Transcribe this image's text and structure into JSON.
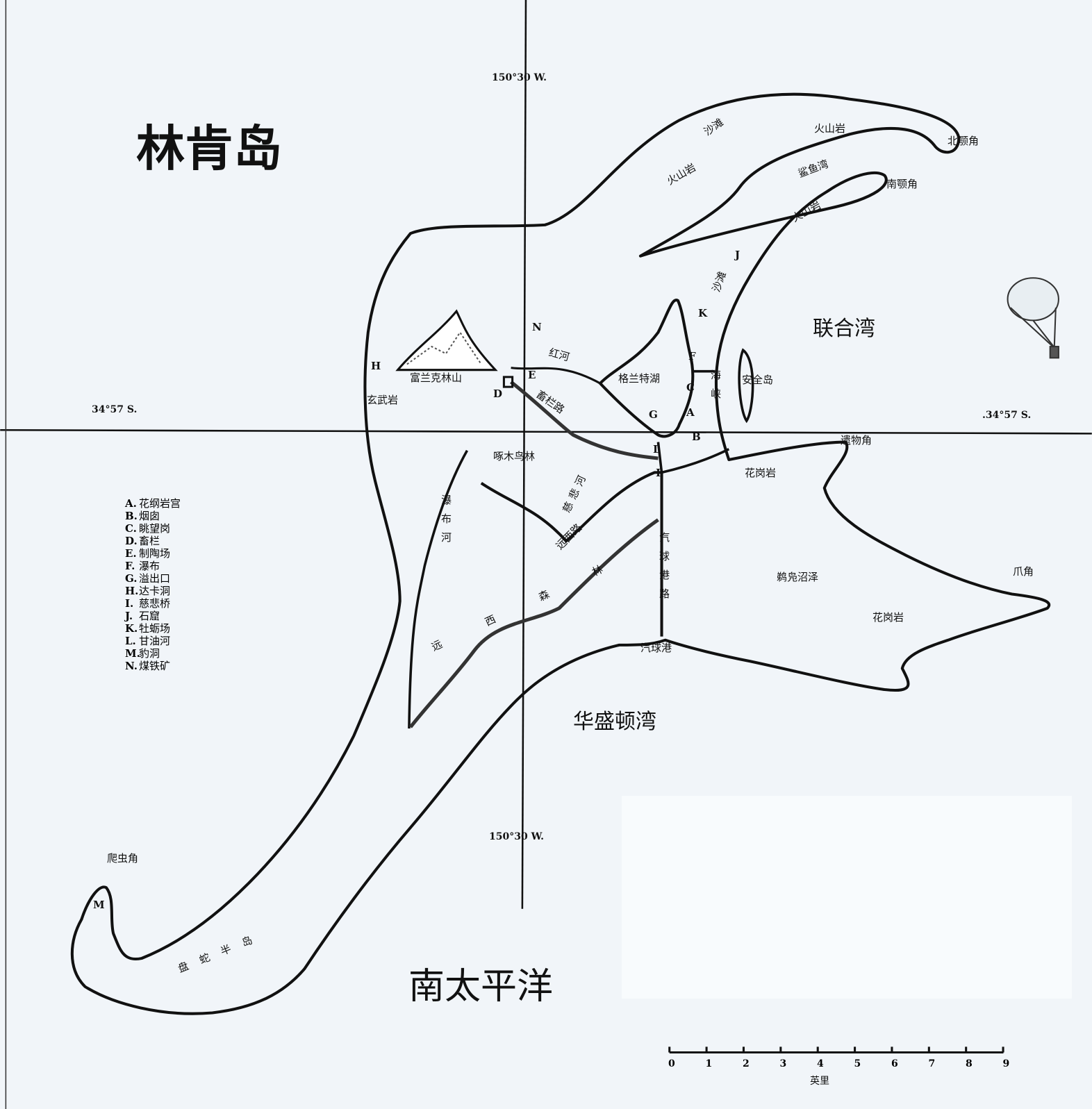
{
  "title": "林肯岛",
  "coords": {
    "lon_top": "150°30 W.",
    "lon_bottom": "150°30 W.",
    "lat_left": "34°57 S.",
    "lat_right": ".34°57 S."
  },
  "water": {
    "union_bay": "联合湾",
    "washington_bay": "华盛顿湾",
    "south_pacific": "南太平洋"
  },
  "places": {
    "north_mandible": "北颚角",
    "south_mandible": "南颚角",
    "shark_gulf": "鲨鱼湾",
    "sand1": "沙滩",
    "sand2": "沙滩",
    "volcanic1": "火山岩",
    "volcanic2": "火山岩",
    "volcanic3": "火山岩",
    "mt_franklin": "富兰克林山",
    "basalt": "玄武岩",
    "red_creek": "红河",
    "corral_road": "畜栏路",
    "grant_lake": "格兰特湖",
    "strait": "海峡",
    "safety_island": "安全岛",
    "flotsam_point": "遗物角",
    "granite1": "花岗岩",
    "granite2": "花岗岩",
    "woodpecker_wood": "啄木鸟林",
    "mercy_river": "慈悲河",
    "falls_river": "瀑布河",
    "far_west_road": "远西路",
    "balloon_harbor_road": "汽球港路",
    "tadorn_marsh": "鹈凫沼泽",
    "claw_cape": "爪角",
    "far_west_forest": "远西森林",
    "balloon_harbor": "汽球港",
    "reptile_end": "爬虫角",
    "serpentine_peninsula": "盘蛇半岛"
  },
  "map_letters": [
    "A",
    "B",
    "C",
    "D",
    "E",
    "F",
    "G",
    "H",
    "I",
    "J",
    "K",
    "L",
    "M",
    "N"
  ],
  "legend": [
    {
      "key": "A.",
      "label": "花纲岩宫"
    },
    {
      "key": "B.",
      "label": "烟囱"
    },
    {
      "key": "C.",
      "label": "眺望岗"
    },
    {
      "key": "D.",
      "label": "畜栏"
    },
    {
      "key": "E.",
      "label": "制陶场"
    },
    {
      "key": "F.",
      "label": "瀑布"
    },
    {
      "key": "G.",
      "label": "溢出口"
    },
    {
      "key": "H.",
      "label": "达卡洞"
    },
    {
      "key": "I.",
      "label": "慈悲桥"
    },
    {
      "key": "J.",
      "label": "石窟"
    },
    {
      "key": "K.",
      "label": "牡蛎场"
    },
    {
      "key": "L.",
      "label": "甘油河"
    },
    {
      "key": "M.",
      "label": "豹洞"
    },
    {
      "key": "N.",
      "label": "煤铁矿"
    }
  ],
  "scale": {
    "ticks": [
      "0",
      "1",
      "2",
      "3",
      "4",
      "5",
      "6",
      "7",
      "8",
      "9"
    ],
    "unit": "英里"
  },
  "icons": [
    "balloon-icon",
    "mountain-icon"
  ]
}
